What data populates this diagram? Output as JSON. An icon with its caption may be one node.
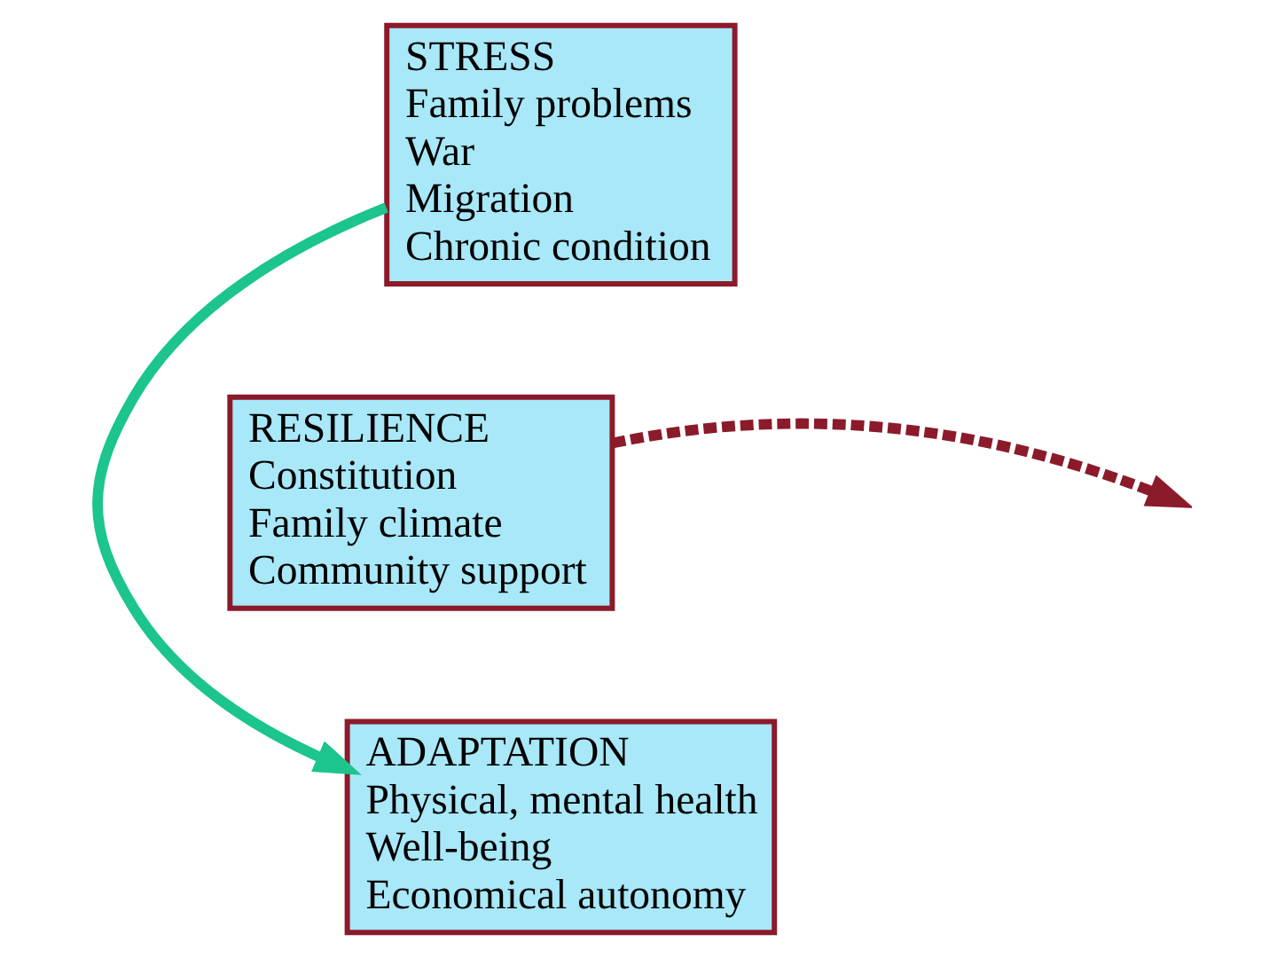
{
  "diagram": {
    "nodes": [
      {
        "text": [
          "STRESS",
          "Family problems",
          "War",
          "Migration",
          "Chronic condition"
        ]
      },
      {
        "text": [
          "RESILIENCE",
          "Constitution",
          "Family climate",
          "Community support"
        ]
      },
      {
        "text": [
          "ADAPTATION",
          "Physical, mental health",
          "Well-being",
          "Economical autonomy"
        ]
      }
    ],
    "edges": [
      {
        "from": 0,
        "to": 2,
        "arrow": "to",
        "color": "#1cc48e"
      },
      {
        "from": 1,
        "to": null,
        "arrow": "to",
        "style": "dashed",
        "color": "#8b1a2a"
      }
    ]
  }
}
